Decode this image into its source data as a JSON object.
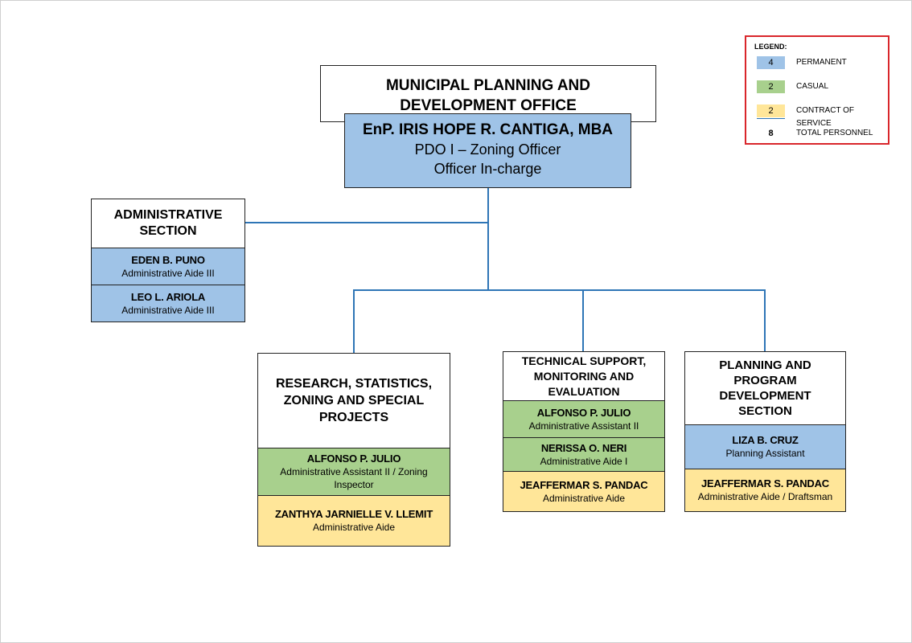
{
  "office": {
    "title_line1": "MUNICIPAL PLANNING AND",
    "title_line2": "DEVELOPMENT OFFICE",
    "head_name": "EnP. IRIS HOPE R. CANTIGA, MBA",
    "head_position": "PDO I – Zoning Officer",
    "head_role": "Officer In-charge"
  },
  "legend": {
    "title": "LEGEND:",
    "items": [
      {
        "count": "4",
        "label": "PERMANENT",
        "color": "#9fc3e7"
      },
      {
        "count": "2",
        "label": "CASUAL",
        "color": "#a8d08d"
      },
      {
        "count": "2",
        "label": "CONTRACT OF SERVICE",
        "color": "#ffe699"
      }
    ],
    "total": {
      "count": "8",
      "label": "TOTAL PERSONNEL"
    }
  },
  "admin": {
    "title_line1": "ADMINISTRATIVE",
    "title_line2": "SECTION",
    "staff": [
      {
        "name": "EDEN B. PUNO",
        "position": "Administrative Aide III",
        "status": "permanent"
      },
      {
        "name": "LEO L. ARIOLA",
        "position": "Administrative Aide III",
        "status": "permanent"
      }
    ]
  },
  "research": {
    "title_line1": "RESEARCH, STATISTICS,",
    "title_line2": "ZONING AND SPECIAL",
    "title_line3": "PROJECTS",
    "staff": [
      {
        "name": "ALFONSO P. JULIO",
        "position_line1": "Administrative Assistant II / Zoning",
        "position_line2": "Inspector",
        "status": "casual"
      },
      {
        "name": "ZANTHYA JARNIELLE V. LLEMIT",
        "position": "Administrative Aide",
        "status": "contract of service"
      }
    ]
  },
  "technical": {
    "title_line1": "TECHNICAL SUPPORT,",
    "title_line2": "MONITORING AND",
    "title_line3": "EVALUATION",
    "staff": [
      {
        "name": "ALFONSO P. JULIO",
        "position": "Administrative Assistant II",
        "status": "casual"
      },
      {
        "name": "NERISSA O. NERI",
        "position": "Administrative Aide I",
        "status": "casual"
      },
      {
        "name": "JEAFFERMAR S. PANDAC",
        "position": "Administrative Aide",
        "status": "contract of service"
      }
    ]
  },
  "planning": {
    "title_line1": "PLANNING AND",
    "title_line2": "PROGRAM",
    "title_line3": "DEVELOPMENT",
    "title_line4": "SECTION",
    "staff": [
      {
        "name": "LIZA B. CRUZ",
        "position": "Planning Assistant",
        "status": "permanent"
      },
      {
        "name": "JEAFFERMAR S. PANDAC",
        "position": "Administrative Aide / Draftsman",
        "status": "contract of service"
      }
    ]
  }
}
